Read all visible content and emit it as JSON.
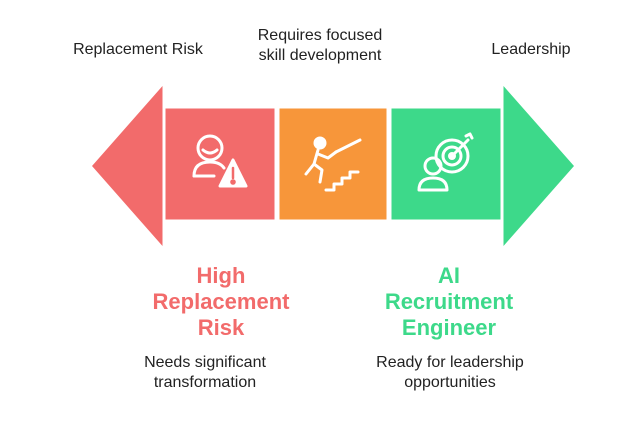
{
  "labels": {
    "top_left": "Replacement Risk",
    "top_center_line1": "Requires focused",
    "top_center_line2": "skill development",
    "top_right": "Leadership"
  },
  "left_heading": {
    "line1": "High",
    "line2": "Replacement",
    "line3": "Risk"
  },
  "right_heading": {
    "line1": "AI",
    "line2": "Recruitment",
    "line3": "Engineer"
  },
  "descriptions": {
    "left_line1": "Needs significant",
    "left_line2": "transformation",
    "right_line1": "Ready for leadership",
    "right_line2": "opportunities"
  },
  "colors": {
    "red": "#f26b6b",
    "orange": "#f7963a",
    "green": "#3dd98a",
    "red_text": "#f26b6b",
    "green_text": "#3dd98a",
    "icon_stroke": "#ffffff"
  },
  "icons": {
    "left": "person-warning-icon",
    "center": "person-climbing-stairs-icon",
    "right": "person-target-icon"
  }
}
